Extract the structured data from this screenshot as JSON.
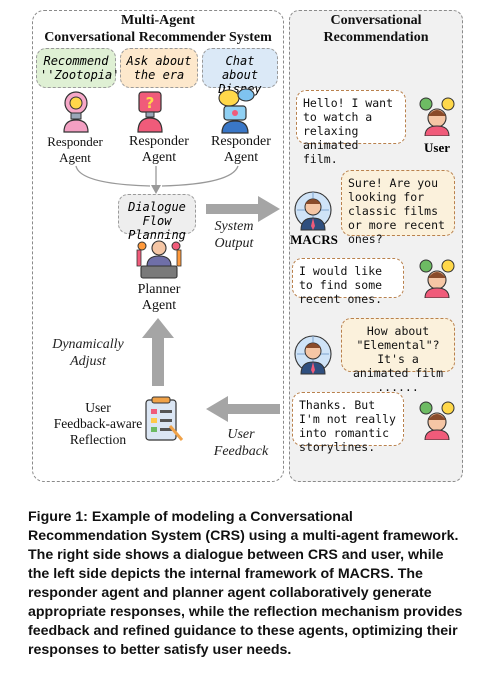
{
  "left_panel": {
    "title_line1": "Multi-Agent",
    "title_line2": "Conversational Recommender System",
    "tasks": [
      {
        "text": "Recommend ''Zootopia''",
        "color": "#dff0d4"
      },
      {
        "text": "Ask about the era",
        "color": "#fde8cc"
      },
      {
        "text": "Chat about Disney",
        "color": "#dbe9f7"
      }
    ],
    "responder_labels": [
      {
        "line1": "Responder",
        "line2": "Agent"
      },
      {
        "line1": "Responder",
        "line2": "Agent"
      },
      {
        "line1": "Responder",
        "line2": "Agent"
      }
    ],
    "dialogue_flow_planning": "Dialogue Flow Planning",
    "planner_line1": "Planner",
    "planner_line2": "Agent",
    "dynamically_adjust": "Dynamically Adjust",
    "reflection_line1": "User",
    "reflection_line2": "Feedback-aware",
    "reflection_line3": "Reflection"
  },
  "middle": {
    "system_output": "System Output",
    "user_feedback": "User Feedback"
  },
  "right_panel": {
    "title_line1": "Conversational",
    "title_line2": "Recommendation",
    "user_label": "User",
    "macrs_label": "MACRS",
    "messages": [
      {
        "speaker": "user",
        "text": "Hello! I want to watch a relaxing animated film."
      },
      {
        "speaker": "agent",
        "text": "Sure! Are you looking for classic films or more recent ones?"
      },
      {
        "speaker": "user",
        "text": "I would like to find some recent ones."
      },
      {
        "speaker": "agent",
        "text": "How about \"Elemental\"? It's a animated film ......"
      },
      {
        "speaker": "user",
        "text": "Thanks. But I'm not really into romantic storylines."
      }
    ]
  },
  "caption": "Figure 1: Example of modeling a Conversational Recommendation System (CRS) using a multi-agent framework. The right side shows a dialogue between CRS and user, while the left side depicts the internal framework of MACRS. The responder agent and planner agent collaboratively generate appropriate responses, while the reflection mechanism provides feedback and refined guidance to these agents, optimizing their responses to better satisfy user needs."
}
